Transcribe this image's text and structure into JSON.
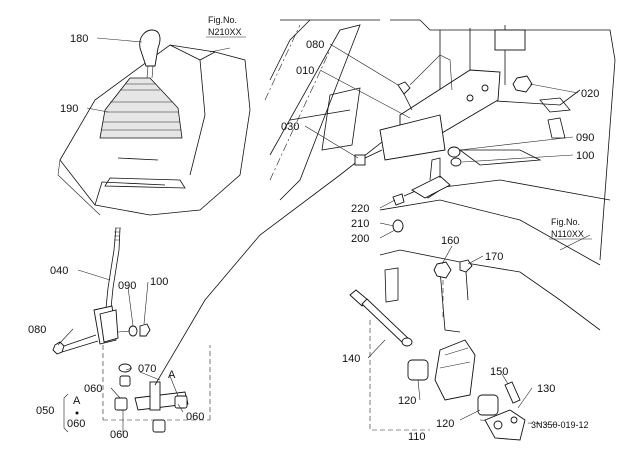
{
  "figure_refs": [
    {
      "caption": "Fig.No.",
      "code": "N210XX"
    },
    {
      "caption": "Fig.No.",
      "code": "N110XX"
    }
  ],
  "callouts": [
    "180",
    "190",
    "040",
    "090",
    "100",
    "080",
    "070",
    "060",
    "060",
    "060",
    "A",
    "050",
    "A",
    "060",
    "080",
    "010",
    "030",
    "020",
    "090",
    "100",
    "220",
    "210",
    "200",
    "160",
    "170",
    "140",
    "120",
    "120",
    "110",
    "150",
    "130"
  ],
  "drawing_code": "3N350-019-12"
}
